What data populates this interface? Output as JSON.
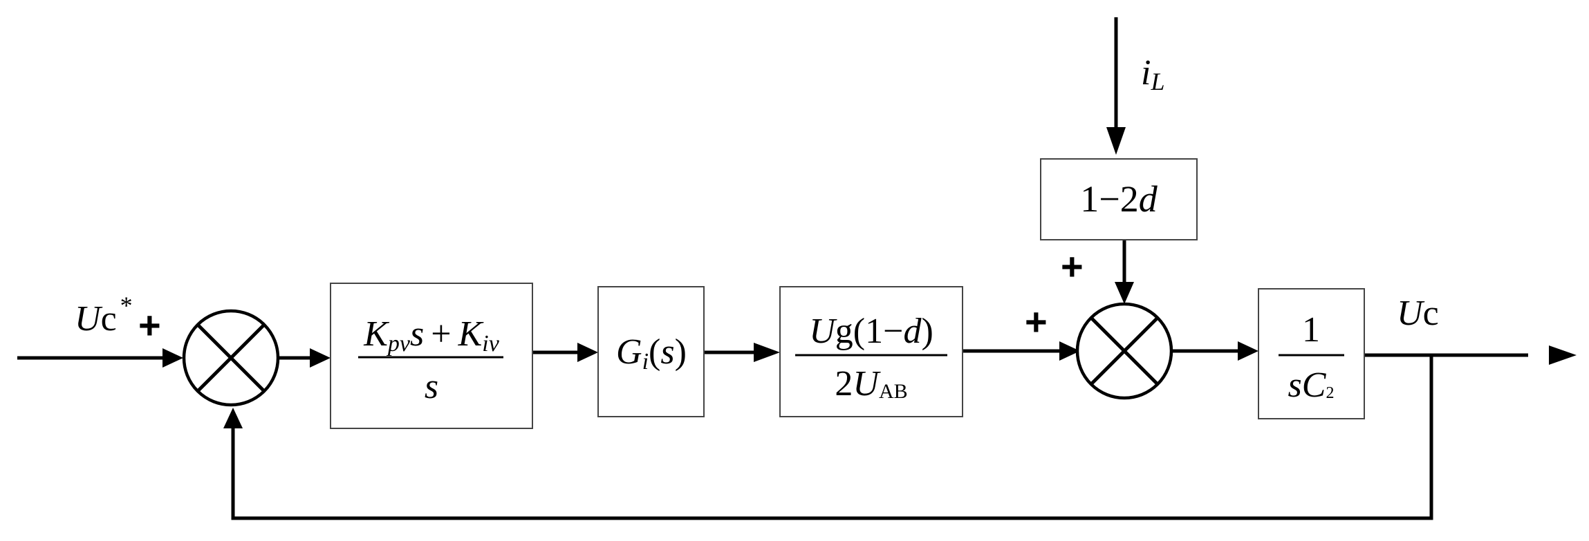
{
  "diagram": {
    "input": {
      "main": "U",
      "sub": "c",
      "sup": "*"
    },
    "output": {
      "main": "U",
      "sub": "c"
    },
    "disturbance": {
      "main": "i",
      "sub": "L"
    },
    "signs": {
      "sum1_input": "+",
      "sum2_left": "+",
      "sum2_top": "+"
    },
    "blocks": {
      "pi_controller": {
        "num_k1": "K",
        "num_k1_sub": "pv",
        "num_s": "s",
        "num_plus": "+",
        "num_k2": "K",
        "num_k2_sub": "iv",
        "den": "s"
      },
      "current_loop": {
        "g": "G",
        "g_sub": "i",
        "open": "(",
        "arg": "s",
        "close": ")"
      },
      "gain": {
        "num_u": "U",
        "num_g": "g",
        "num_rest_open": "(1",
        "num_minus": "−",
        "num_d": "d",
        "num_rest_close": ")",
        "den_2": "2",
        "den_u": "U",
        "den_sub": "AB"
      },
      "coupling": {
        "num": "1−2",
        "var": "d"
      },
      "capacitor": {
        "num": "1",
        "den_s": "s",
        "den_c": "C",
        "den_sub": "2"
      }
    }
  }
}
